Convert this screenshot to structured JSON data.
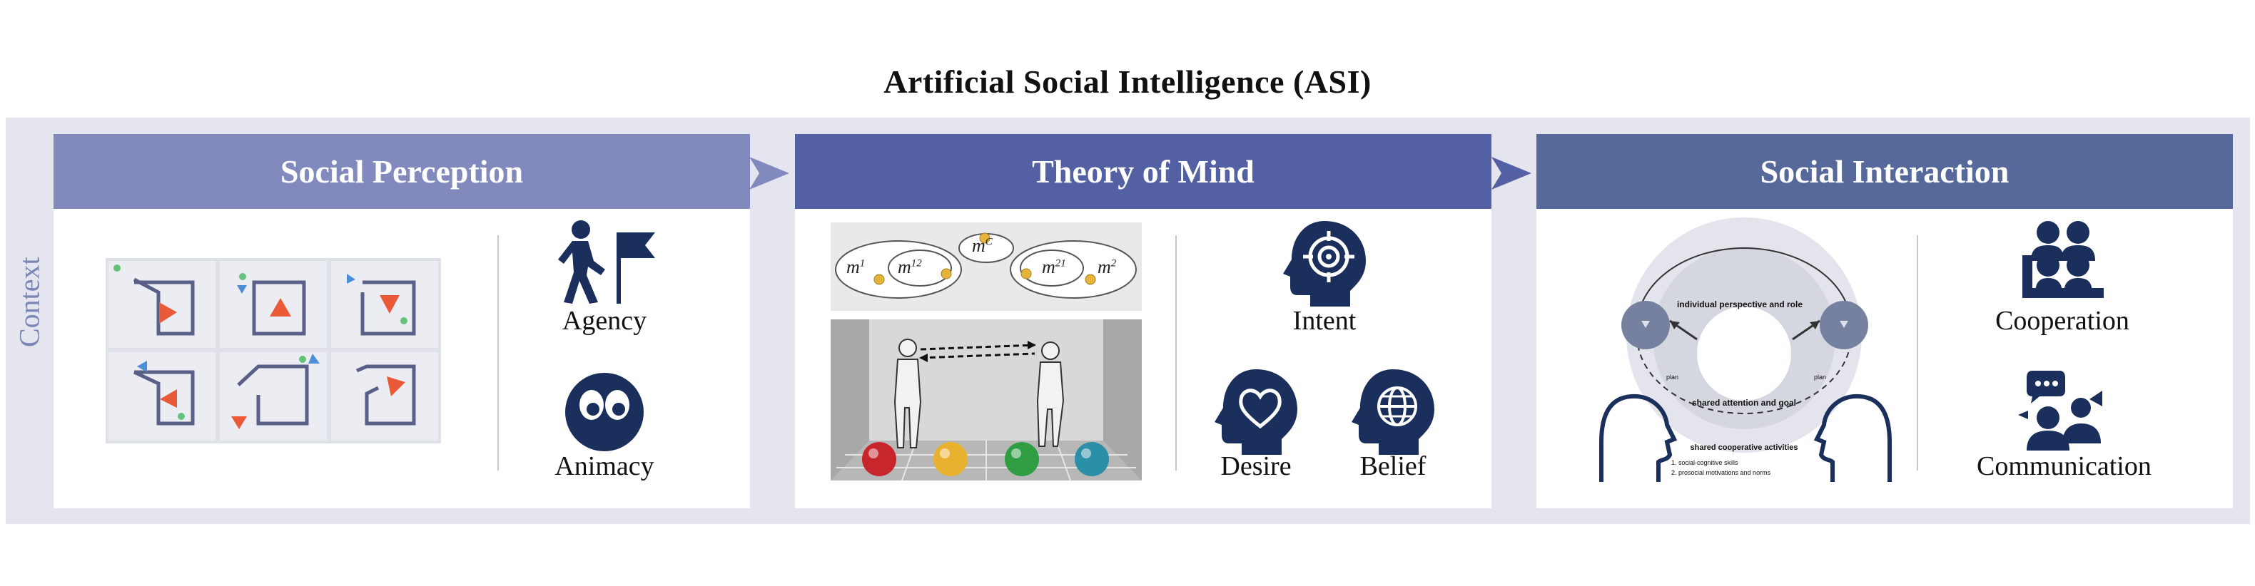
{
  "title": "Artificial Social Intelligence (ASI)",
  "context_label": "Context",
  "colors": {
    "perception_header": "#8289bd",
    "tom_header": "#5360a3",
    "interaction_header": "#56699a",
    "icon_navy": "#1b2f5c",
    "context_band": "#e4e5ee",
    "shape_orange": "#ea5a38",
    "shape_blue": "#4d8fd6",
    "shape_green": "#64c27a"
  },
  "panels": {
    "perception": {
      "header": "Social Perception",
      "concepts": {
        "agency": "Agency",
        "animacy": "Animacy"
      }
    },
    "tom": {
      "header": "Theory of Mind",
      "mental_states": {
        "m1": "m",
        "m1_sup": "1",
        "m12": "m",
        "m12_sup": "12",
        "mc": "m",
        "mc_sup": "C",
        "m21": "m",
        "m21_sup": "21",
        "m2": "m",
        "m2_sup": "2"
      },
      "concepts": {
        "intent": "Intent",
        "desire": "Desire",
        "belief": "Belief"
      }
    },
    "interaction": {
      "header": "Social Interaction",
      "diagram": {
        "top_text": "individual perspective and role",
        "middle_text": "shared attention and goal",
        "side_left": "plan",
        "side_right": "plan",
        "activities_title": "shared cooperative activities",
        "activities_1": "1. social-cognitive skills",
        "activities_2": "2. prosocial motivations and norms"
      },
      "concepts": {
        "cooperation": "Cooperation",
        "communication": "Communication"
      }
    }
  }
}
